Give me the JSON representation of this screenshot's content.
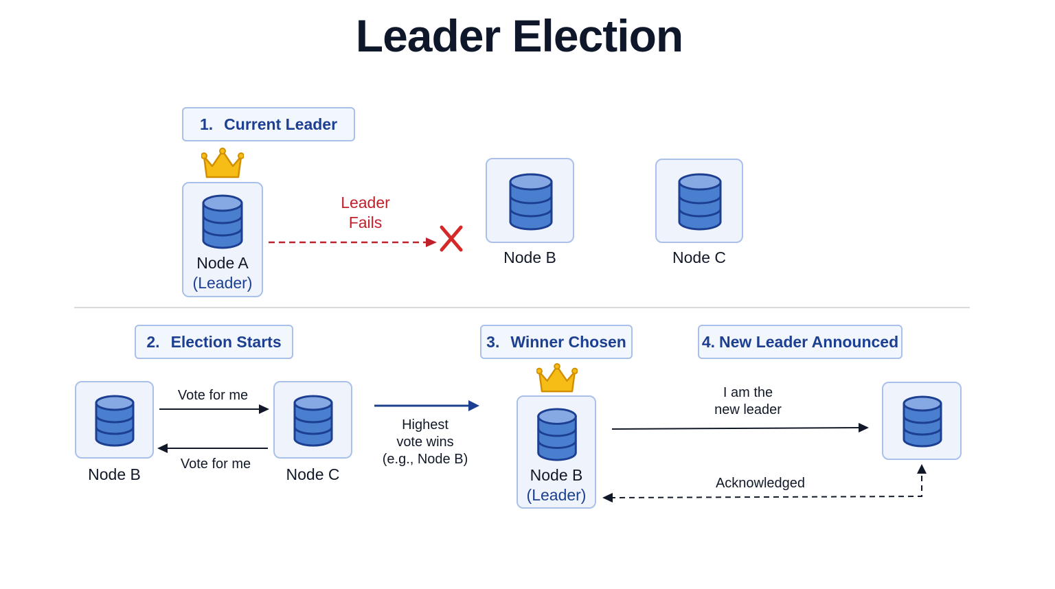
{
  "title": "Leader Election",
  "steps": {
    "s1": {
      "num": "1.",
      "label": "Current Leader"
    },
    "s2": {
      "num": "2.",
      "label": "Election Starts"
    },
    "s3": {
      "num": "3.",
      "label": "Winner Chosen"
    },
    "s4": {
      "num": "4.",
      "label": "New Leader Announced"
    }
  },
  "top": {
    "node_a": {
      "name": "Node A",
      "role": "(Leader)"
    },
    "fail": {
      "line1": "Leader",
      "line2": "Fails"
    },
    "node_b": {
      "name": "Node B"
    },
    "node_c": {
      "name": "Node C"
    }
  },
  "election": {
    "node_b": {
      "name": "Node B"
    },
    "node_c": {
      "name": "Node C"
    },
    "vote_out": "Vote for me",
    "vote_back": "Vote for me"
  },
  "winner": {
    "rule": {
      "line1": "Highest",
      "line2": "vote wins",
      "line3": "(e.g., Node B)"
    },
    "node": {
      "name": "Node B",
      "role": "(Leader)"
    }
  },
  "announce": {
    "msg": {
      "line1": "I am the",
      "line2": "new leader"
    },
    "ack": "Acknowledged"
  },
  "colors": {
    "accent": "#1d3f91",
    "db_fill": "#4a7fd0",
    "box_border": "#a9c0ea",
    "box_fill": "#eef3fc",
    "failure": "#c0202a",
    "crown": "#f4b400"
  }
}
